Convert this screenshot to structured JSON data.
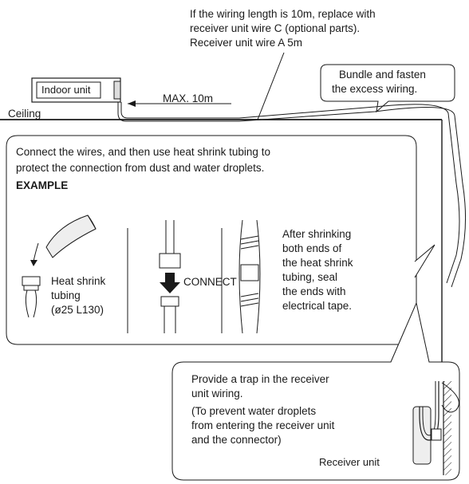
{
  "top_note": {
    "line1": "If the wiring length is 10m, replace with",
    "line2": "receiver unit wire C (optional parts).",
    "line3": "Receiver unit wire A 5m"
  },
  "bundle_callout": {
    "line1": "Bundle and fasten",
    "line2": "the excess wiring."
  },
  "indoor_unit_label": "Indoor unit",
  "max_label": "MAX. 10m",
  "ceiling_label": "Ceiling",
  "connect_callout": {
    "line1": "Connect the wires, and then use heat shrink tubing to",
    "line2": "protect the connection from dust and water droplets.",
    "example_label": "EXAMPLE",
    "heat_shrink": {
      "line1": "Heat shrink",
      "line2": "tubing",
      "line3": "(ø25 L130)"
    },
    "connect_label": "CONNECT",
    "after_shrinking": {
      "line1": "After shrinking",
      "line2": "both ends of",
      "line3": "the heat shrink",
      "line4": "tubing, seal",
      "line5": "the ends with",
      "line6": "electrical tape."
    }
  },
  "trap_callout": {
    "line1": "Provide a trap in the receiver",
    "line2": "unit wiring.",
    "line3": "(To prevent water droplets",
    "line4": "from entering the receiver unit",
    "line5": "and the connector)",
    "receiver_label": "Receiver unit"
  },
  "colors": {
    "line": "#1a1a1a",
    "fill_light": "#e6e6e6",
    "fill_mid": "#cfcfcf"
  }
}
